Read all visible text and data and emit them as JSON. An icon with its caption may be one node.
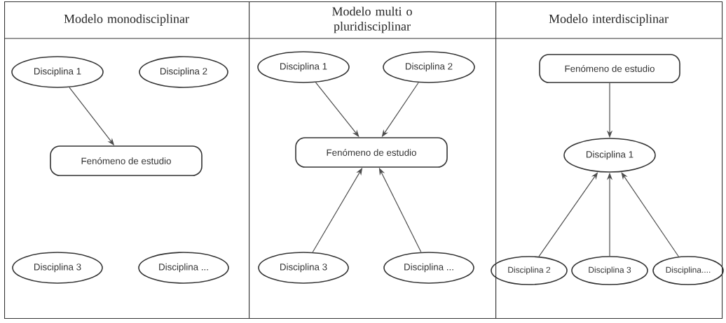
{
  "diagram": {
    "nodes": [
      {
        "text": [
          "Modelo monodisciplinar"
        ]
      },
      {
        "text": [
          "Disciplina 1"
        ],
        "in": 0
      },
      {
        "text": [
          "Disciplina 2"
        ],
        "in": 0
      },
      {
        "text": [
          "Fenómeno de estudio"
        ],
        "in": 0
      },
      {
        "text": [
          "Disciplina 3"
        ],
        "in": 0
      },
      {
        "text": [
          "Disciplina ..."
        ],
        "in": 0
      },
      {
        "text": [
          "Modelo multi o pluridisciplinar"
        ]
      },
      {
        "text": [
          "Disciplina 1"
        ],
        "in": 6
      },
      {
        "text": [
          "Disciplina 2"
        ],
        "in": 6
      },
      {
        "text": [
          "Fenómeno de estudio"
        ],
        "in": 6
      },
      {
        "text": [
          "Disciplina 3"
        ],
        "in": 6
      },
      {
        "text": [
          "Disciplina ..."
        ],
        "in": 6
      },
      {
        "text": [
          "Modelo interdisciplinar"
        ]
      },
      {
        "text": [
          "Fenómeno de estudio"
        ],
        "in": 12
      },
      {
        "text": [
          "Disciplina 1"
        ],
        "in": 12
      },
      {
        "text": [
          "Disciplina 2"
        ],
        "in": 12
      },
      {
        "text": [
          "Disciplina 3"
        ],
        "in": 12
      },
      {
        "text": [
          "Disciplina...."
        ],
        "in": 12
      }
    ],
    "edges": [
      {
        "from": 1,
        "to": 3,
        "arrow": "to"
      },
      {
        "from": 7,
        "to": 9,
        "arrow": "to"
      },
      {
        "from": 8,
        "to": 9,
        "arrow": "to"
      },
      {
        "from": 10,
        "to": 9,
        "arrow": "to"
      },
      {
        "from": 11,
        "to": 9,
        "arrow": "to"
      },
      {
        "from": 13,
        "to": 14,
        "arrow": "to"
      },
      {
        "from": 15,
        "to": 14,
        "arrow": "to"
      },
      {
        "from": 16,
        "to": 14,
        "arrow": "to"
      },
      {
        "from": 17,
        "to": 14,
        "arrow": "to"
      }
    ]
  }
}
